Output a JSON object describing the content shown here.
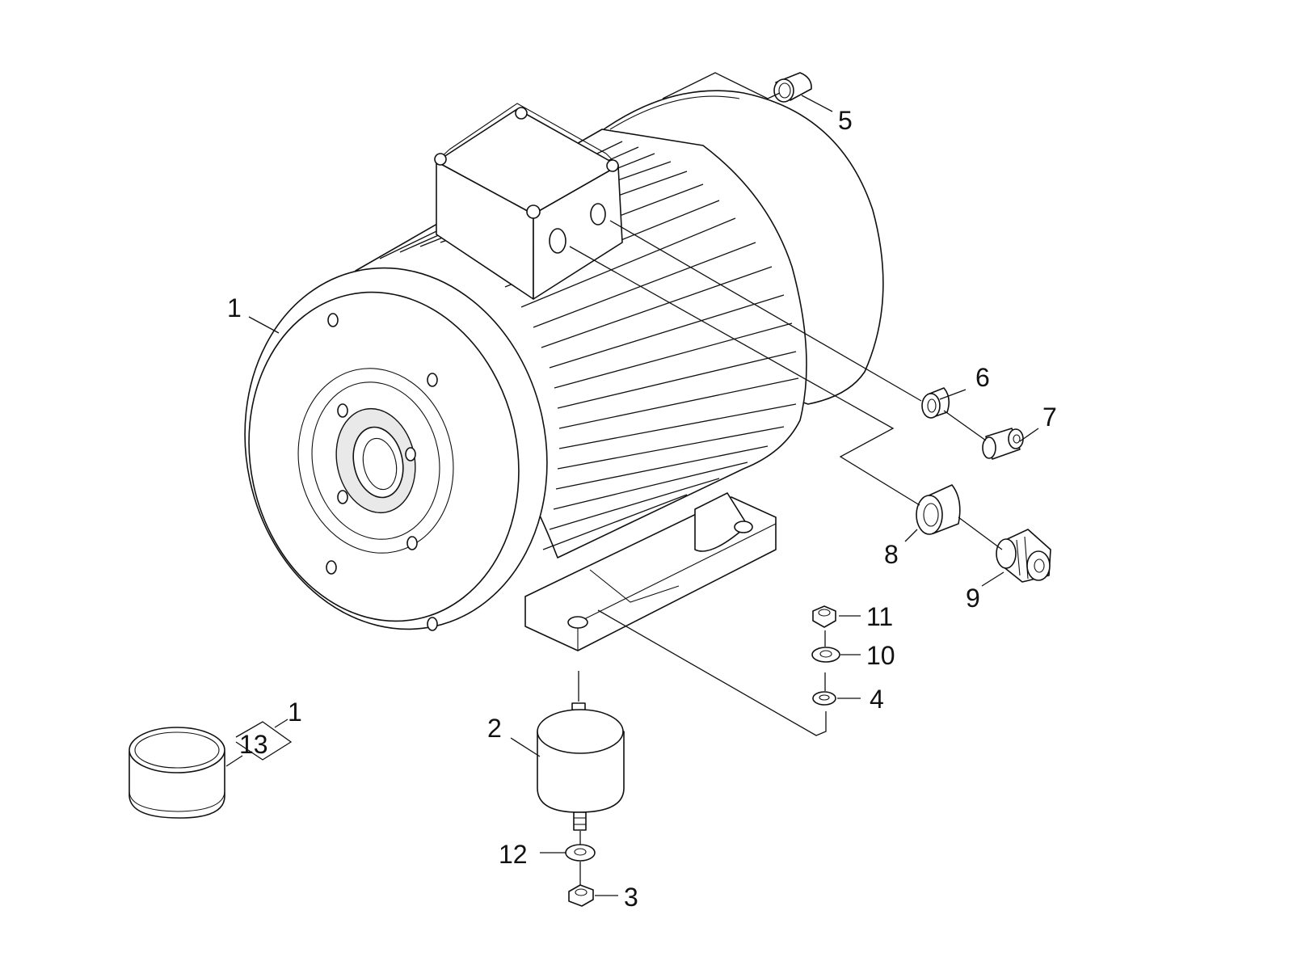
{
  "callouts": {
    "c1_motor": "1",
    "c1_kit": "1",
    "c2": "2",
    "c3": "3",
    "c4": "4",
    "c5": "5",
    "c6": "6",
    "c7": "7",
    "c8": "8",
    "c9": "9",
    "c10": "10",
    "c11": "11",
    "c12": "12",
    "c13": "13"
  }
}
